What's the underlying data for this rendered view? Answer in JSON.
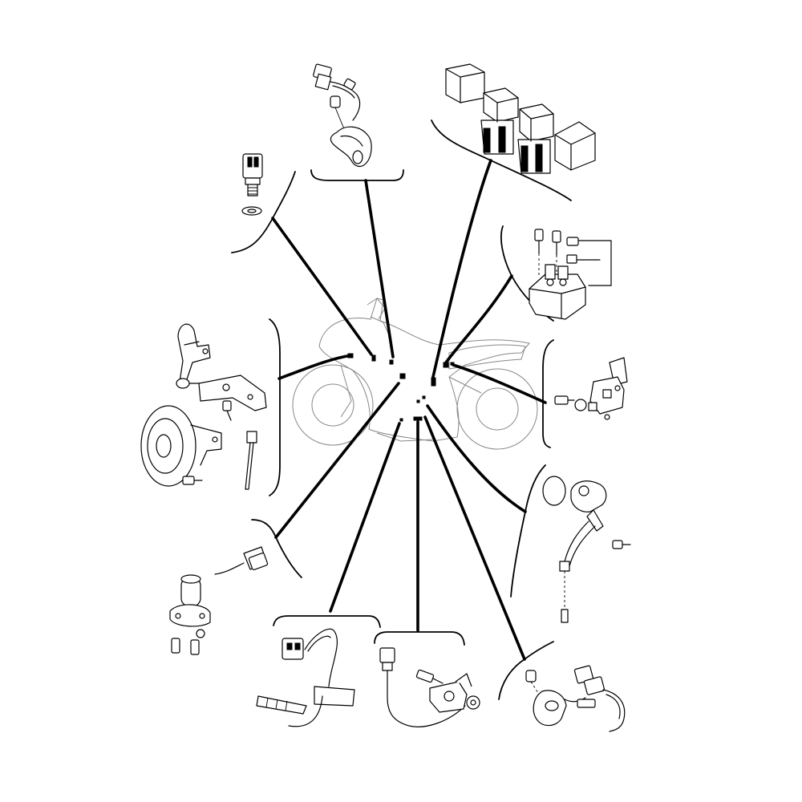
{
  "diagram": {
    "style": "exploded parts diagram, black line art on white",
    "colors": {
      "line": "#000000",
      "background": "#ffffff",
      "silhouette": "#888888"
    },
    "center_figure": "motorcycle-silhouette",
    "callouts": [
      {
        "id": "coolant-temp-sensor",
        "icon": "threaded-sensor-icon"
      },
      {
        "id": "crank-position-sensor",
        "icon": "wired-sensor-icon"
      },
      {
        "id": "relay-group",
        "icon": "relay-block-icon"
      },
      {
        "id": "starter-relay",
        "icon": "starter-relay-icon"
      },
      {
        "id": "horn-assembly",
        "icon": "horn-icon"
      },
      {
        "id": "pressure-sensor",
        "icon": "map-sensor-icon"
      },
      {
        "id": "oil-level-switch",
        "icon": "o-ring-switch-icon"
      },
      {
        "id": "neutral-switch",
        "icon": "switch-icon"
      },
      {
        "id": "oxygen-sensor",
        "icon": "o2-sensor-icon"
      },
      {
        "id": "speed-sensor",
        "icon": "speed-sensor-icon"
      },
      {
        "id": "cam-position-sensor",
        "icon": "cam-sensor-icon"
      }
    ]
  }
}
